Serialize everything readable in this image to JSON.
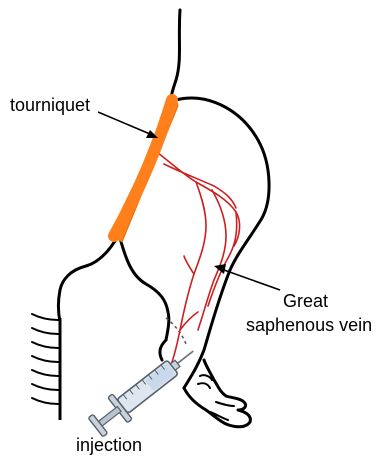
{
  "labels": {
    "tourniquet": "tourniquet",
    "vein_line1": "Great",
    "vein_line2": "saphenous vein",
    "injection": "injection"
  },
  "colors": {
    "outline": "#000000",
    "tourniquet": "#ff7f1a",
    "vein": "#cc1f1f",
    "syringe_barrel": "#dfe6ef",
    "syringe_outline": "#55606b",
    "background": "#ffffff"
  }
}
